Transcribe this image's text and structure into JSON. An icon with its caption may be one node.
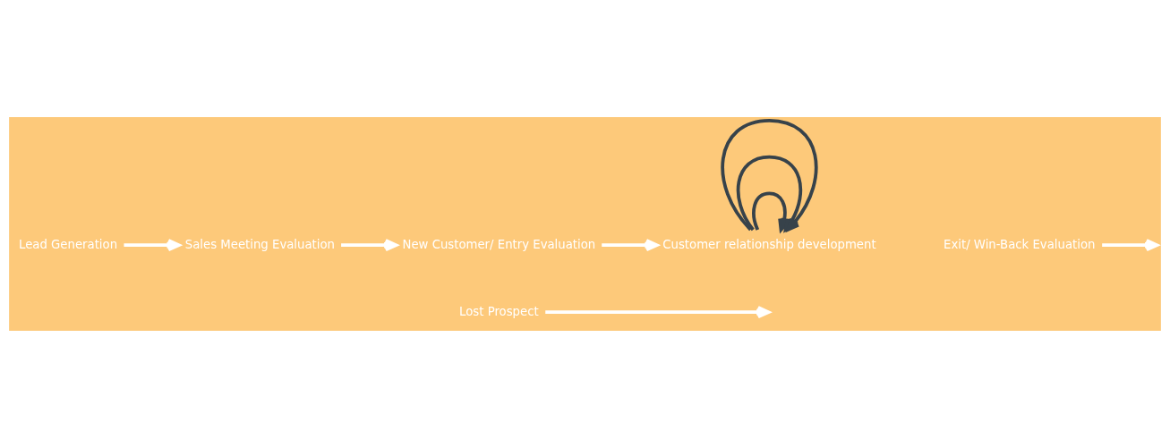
{
  "diagram": {
    "nodes": [
      {
        "text": [
          "Lead Generation"
        ]
      },
      {
        "text": [
          "Sales Meeting Evaluation"
        ]
      },
      {
        "text": [
          "New Customer/ Entry Evaluation"
        ]
      },
      {
        "text": [
          "Customer relationship development"
        ]
      },
      {
        "text": [
          "Exit/ Win-Back Evaluation"
        ]
      },
      {
        "text": [
          "Lost Prospect"
        ]
      }
    ],
    "edges": [
      {
        "from": 0,
        "to": 1,
        "arrow": "to"
      },
      {
        "from": 1,
        "to": 2,
        "arrow": "to"
      },
      {
        "from": 2,
        "to": 3,
        "arrow": "to"
      },
      {
        "from": 3,
        "to": 3,
        "arrow": "to",
        "color": "#37424a"
      },
      {
        "from": 3,
        "to": 3,
        "arrow": "to",
        "color": "#37424a"
      },
      {
        "from": 3,
        "to": 3,
        "arrow": "to",
        "color": "#37424a"
      },
      {
        "from": 4,
        "to": null,
        "arrow": "to"
      },
      {
        "from": 5,
        "to": null,
        "arrow": "to"
      }
    ]
  }
}
